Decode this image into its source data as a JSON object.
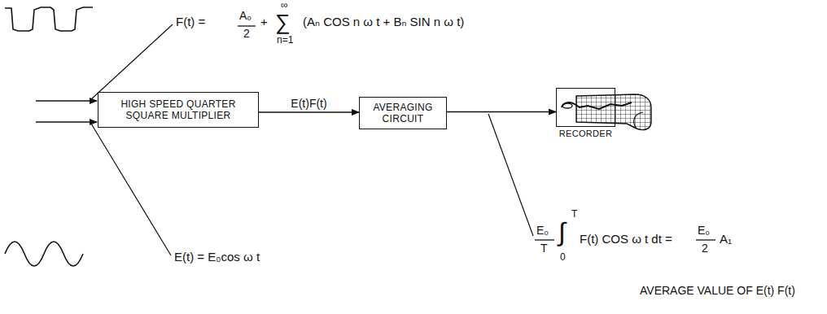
{
  "diagram": {
    "nodes": [
      {
        "text": [
          "HIGH SPEED QUARTER SQUARE MULTIPLIER"
        ]
      },
      {
        "text": [
          "AVERAGING CIRCUIT"
        ]
      },
      {
        "text": [
          "RECORDER"
        ]
      }
    ],
    "edges": [
      {
        "from": 0,
        "to": 1,
        "arrow": "to",
        "label": "E(t)F(t)"
      },
      {
        "from": 1,
        "to": 2,
        "arrow": "to"
      }
    ],
    "labels": [
      "F(t) =",
      "A₀",
      "2",
      "+",
      "∑",
      "∞",
      "n=1",
      "(Aₙ COS n ω t + Bₙ SIN n ω t)",
      "E(t) = E₀cos ω t",
      "E₀",
      "T",
      "∫",
      "T",
      "0",
      "F(t) COS ω t dt =",
      "E₀",
      "2",
      "A₁",
      "AVERAGE VALUE OF E(t) F(t)"
    ]
  }
}
